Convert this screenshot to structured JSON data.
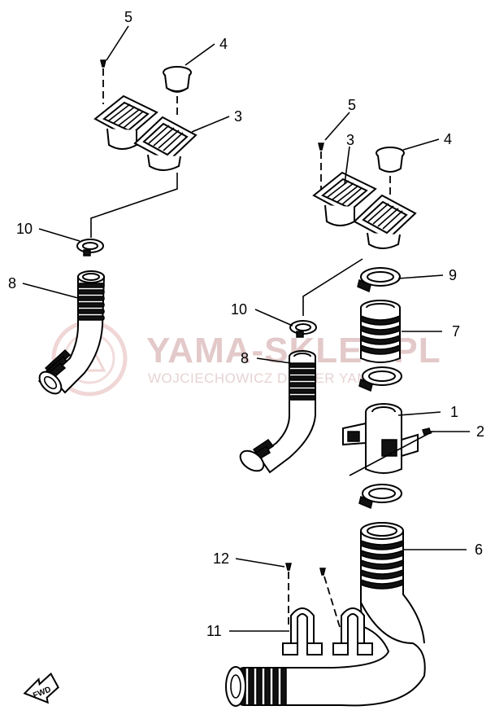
{
  "watermark": {
    "brand": "YAMA-SKLEP.PL",
    "tagline": "WOJCIECHOWICZ DEALER YAMAHA"
  },
  "callouts": {
    "c1": "1",
    "c2": "2",
    "c3a": "3",
    "c3b": "3",
    "c4a": "4",
    "c4b": "4",
    "c5a": "5",
    "c5b": "5",
    "c6": "6",
    "c7": "7",
    "c8a": "8",
    "c8b": "8",
    "c9": "9",
    "c10a": "10",
    "c10b": "10",
    "c11": "11",
    "c12": "12"
  },
  "fwd_label": "FWD",
  "colors": {
    "ink": "#000000",
    "watermark": "#e3c9c9"
  }
}
